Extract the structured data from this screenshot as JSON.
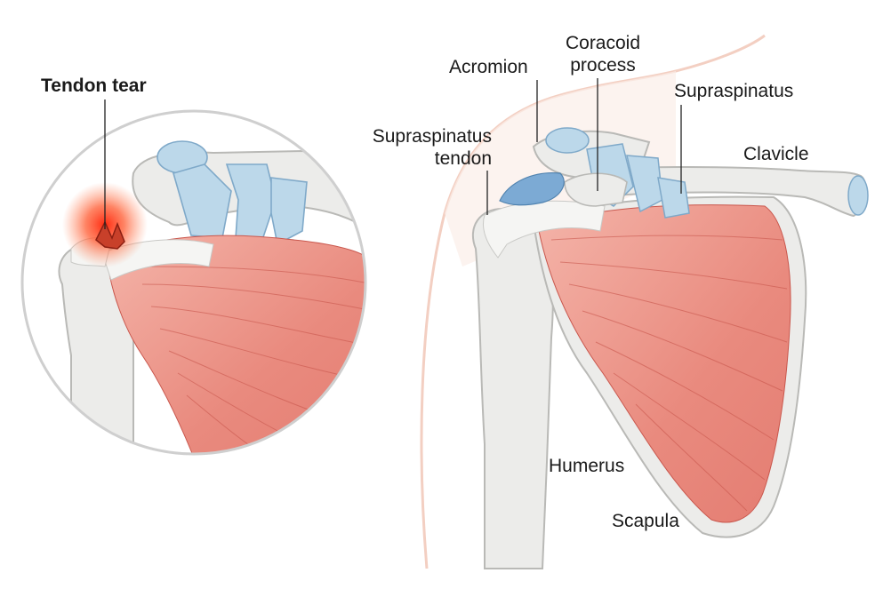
{
  "labels": {
    "tendon_tear": "Tendon tear",
    "acromion": "Acromion",
    "coracoid_line1": "Coracoid",
    "coracoid_line2": "process",
    "supraspinatus": "Supraspinatus",
    "supraspinatus_tendon_line1": "Supraspinatus",
    "supraspinatus_tendon_line2": "tendon",
    "clavicle": "Clavicle",
    "humerus": "Humerus",
    "scapula": "Scapula"
  },
  "colors": {
    "bone": "#ececea",
    "bone_outline": "#b9b9b6",
    "ligament": "#bcd8ea",
    "ligament_outline": "#7fa9c9",
    "muscle": "#ea8e82",
    "muscle_light": "#f3b8ad",
    "muscle_line": "#c9574d",
    "skin": "#f6ddd2",
    "tear_glow": "#ff3a1a",
    "bursa": "#6fa3d2"
  }
}
